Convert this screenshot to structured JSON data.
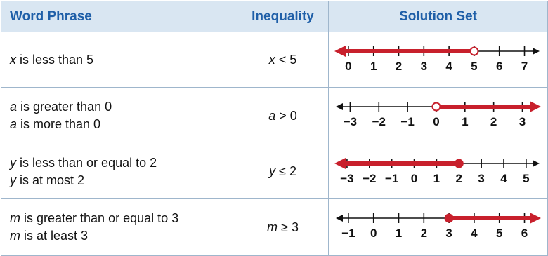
{
  "headers": {
    "word_phrase": "Word Phrase",
    "inequality": "Inequality",
    "solution_set": "Solution Set"
  },
  "colors": {
    "header_bg": "#d9e6f2",
    "header_text": "#1f5fa8",
    "solution_red": "#c8202c",
    "border": "#9fb6cc"
  },
  "rows": [
    {
      "phrases": [
        {
          "var": "x",
          "text": " is less than 5"
        }
      ],
      "inequality": {
        "var": "x",
        "op": " < ",
        "value": "5"
      },
      "numberline": {
        "labels": [
          "0",
          "1",
          "2",
          "3",
          "4",
          "5",
          "6",
          "7"
        ],
        "min": -0.5,
        "max": 7.6,
        "point": 5,
        "closed": false,
        "direction": "left"
      }
    },
    {
      "phrases": [
        {
          "var": "a",
          "text": " is greater than 0"
        },
        {
          "var": "a",
          "text": " is more than 0"
        }
      ],
      "inequality": {
        "var": "a",
        "op": " > ",
        "value": "0"
      },
      "numberline": {
        "labels": [
          "−3",
          "−2",
          "−1",
          "0",
          "1",
          "2",
          "3"
        ],
        "min": -3.5,
        "max": 3.6,
        "point": 0,
        "closed": false,
        "direction": "right"
      }
    },
    {
      "phrases": [
        {
          "var": "y",
          "text": " is less than or equal to 2"
        },
        {
          "var": "y",
          "text": " is at most 2"
        }
      ],
      "inequality": {
        "var": "y",
        "op": " ≤ ",
        "value": "2"
      },
      "numberline": {
        "labels": [
          "−3",
          "−2",
          "−1",
          "0",
          "1",
          "2",
          "3",
          "4",
          "5"
        ],
        "min": -3.5,
        "max": 5.6,
        "point": 2,
        "closed": true,
        "direction": "left"
      }
    },
    {
      "phrases": [
        {
          "var": "m",
          "text": " is greater than or equal to 3"
        },
        {
          "var": "m",
          "text": " is at least 3"
        }
      ],
      "inequality": {
        "var": "m",
        "op": " ≥ ",
        "value": "3"
      },
      "numberline": {
        "labels": [
          "−1",
          "0",
          "1",
          "2",
          "3",
          "4",
          "5",
          "6"
        ],
        "min": -1.5,
        "max": 6.6,
        "point": 3,
        "closed": true,
        "direction": "right"
      }
    }
  ]
}
